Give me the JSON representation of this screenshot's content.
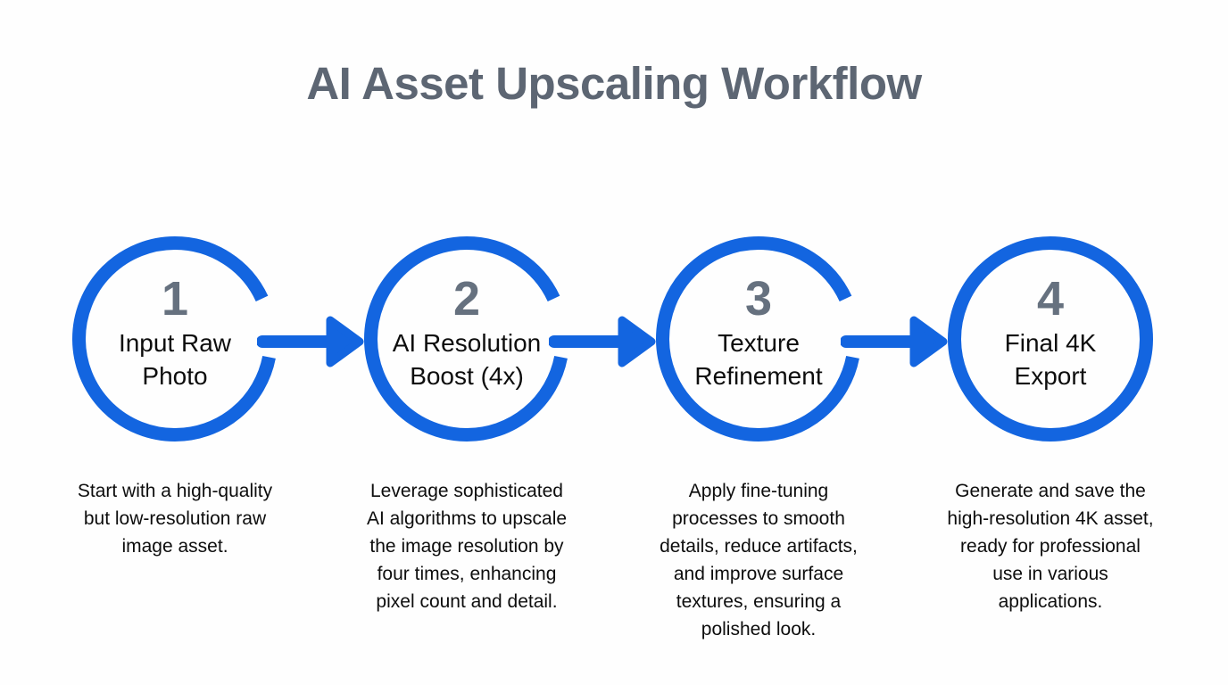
{
  "title": "AI Asset Upscaling Workflow",
  "colors": {
    "accent_blue": "#1365e0",
    "number_gray": "#66717f",
    "title_gray": "#5d6673",
    "text_black": "#0d0d0d",
    "background": "#fefefe"
  },
  "steps": [
    {
      "number": "1",
      "label": "Input Raw\nPhoto",
      "description": "Start with a high-quality\nbut low-resolution raw\nimage asset."
    },
    {
      "number": "2",
      "label": "AI Resolution\nBoost (4x)",
      "description": "Leverage sophisticated\nAI algorithms to upscale\nthe image resolution by\nfour times, enhancing\npixel count and detail."
    },
    {
      "number": "3",
      "label": "Texture\nRefinement",
      "description": "Apply fine-tuning\nprocesses to smooth\ndetails, reduce artifacts,\nand improve surface\ntextures, ensuring a\npolished look."
    },
    {
      "number": "4",
      "label": "Final 4K\nExport",
      "description": "Generate and save the\nhigh-resolution 4K asset,\nready for professional\nuse in various\napplications."
    }
  ]
}
